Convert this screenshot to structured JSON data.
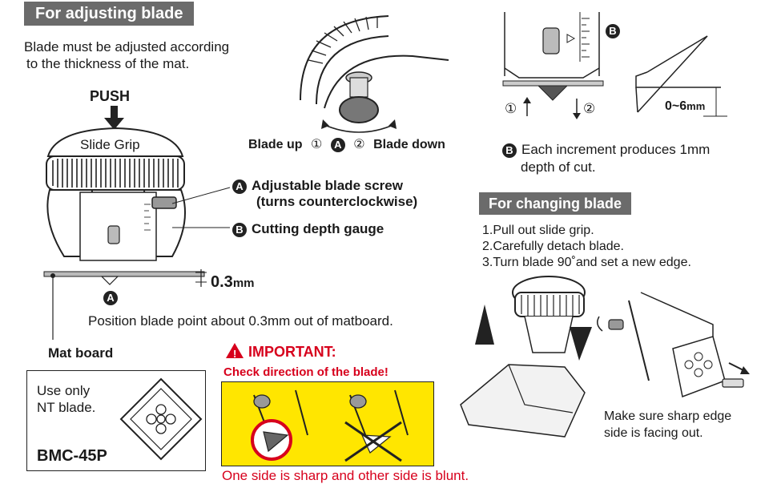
{
  "adjusting": {
    "title": "For adjusting blade",
    "intro_1": "Blade must be adjusted according",
    "intro_2": "to the thickness of the mat.",
    "push": "PUSH",
    "slide_grip": "Slide Grip",
    "label_a_line1": "Adjustable blade screw",
    "label_a_line2": "(turns counterclockwise)",
    "label_b": "Cutting depth gauge",
    "depth_value": "0.3",
    "depth_unit": "mm",
    "marker_a": "A",
    "marker_b": "B",
    "position_note": "Position blade point about 0.3mm out of  matboard.",
    "mat_board": "Mat board",
    "blade_up": "Blade up",
    "blade_down": "Blade down",
    "num_1": "①",
    "num_2": "②"
  },
  "nt_box": {
    "line1": "Use only",
    "line2": "NT blade.",
    "model": "BMC-45P"
  },
  "important": {
    "title": "IMPORTANT:",
    "subtitle": "Check direction of the blade!",
    "footer": "One side is sharp and other side is blunt."
  },
  "gauge": {
    "range": "0~6",
    "unit": "mm",
    "increment_line1": "Each increment produces 1mm",
    "increment_line2": "depth of cut."
  },
  "changing": {
    "title": "For changing blade",
    "steps": [
      "1.Pull out slide grip.",
      "2.Carefully detach blade.",
      "3.Turn blade 90˚and set a new edge."
    ],
    "note_line1": "Make sure sharp edge",
    "note_line2": "side is facing out."
  },
  "colors": {
    "header_bg": "#6b6b6b",
    "important_red": "#d7001c",
    "important_bg": "#ffe600"
  }
}
